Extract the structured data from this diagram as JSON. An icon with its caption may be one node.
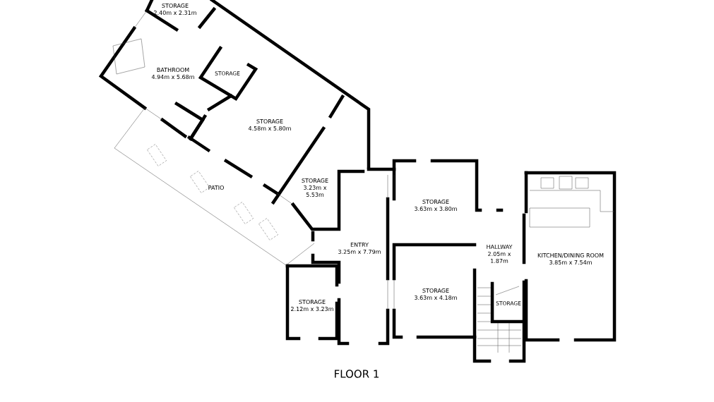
{
  "diagram": {
    "title": "FLOOR 1",
    "nodes": [
      {
        "text": [
          "STORAGE",
          "2.40m x 2.31m"
        ]
      },
      {
        "text": [
          "BATHROOM",
          "4.94m x 5.68m"
        ]
      },
      {
        "text": [
          "STORAGE"
        ]
      },
      {
        "text": [
          "STORAGE",
          "4.58m x 5.80m"
        ]
      },
      {
        "text": [
          "PATIO"
        ]
      },
      {
        "text": [
          "STORAGE",
          "3.23m x 5.53m"
        ]
      },
      {
        "text": [
          "STORAGE",
          "3.63m x 3.80m"
        ]
      },
      {
        "text": [
          "ENTRY",
          "3.25m x 7.79m"
        ]
      },
      {
        "text": [
          "HALLWAY",
          "2.05m x 1.87m"
        ]
      },
      {
        "text": [
          "KITCHEN/DINING ROOM",
          "3.85m x 7.54m"
        ]
      },
      {
        "text": [
          "STORAGE",
          "2.12m x 3.23m"
        ]
      },
      {
        "text": [
          "STORAGE",
          "3.63m x 4.18m"
        ]
      },
      {
        "text": [
          "STORAGE"
        ]
      }
    ]
  }
}
